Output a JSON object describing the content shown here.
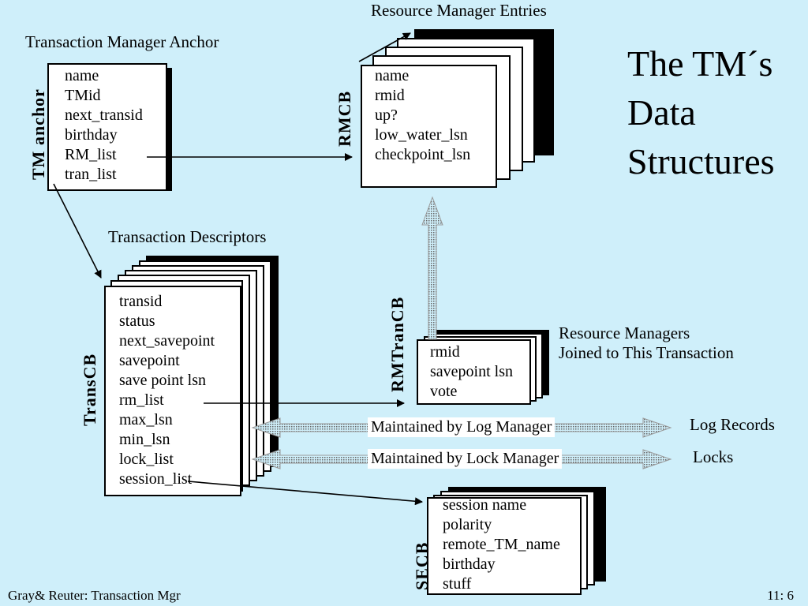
{
  "title": [
    "The TM´s",
    "Data",
    "Structures"
  ],
  "headings": {
    "rm_entries": "Resource Manager Entries",
    "anchor": "Transaction Manager  Anchor",
    "descriptors": "Transaction Descriptors",
    "rm_joined": [
      "Resource Managers",
      "Joined to This Transaction"
    ]
  },
  "structures": {
    "tm_anchor": {
      "tag": "TM  anchor",
      "fields": [
        "name",
        "TMid",
        "next_transid",
        "birthday",
        "RM_list",
        "tran_list"
      ]
    },
    "rmcb": {
      "tag": "RMCB",
      "fields": [
        "name",
        "rmid",
        "up?",
        "low_water_lsn",
        "checkpoint_lsn"
      ]
    },
    "transcb": {
      "tag": "TransCB",
      "fields": [
        "transid",
        "status",
        "next_savepoint",
        "savepoint",
        "save point lsn",
        "rm_list",
        "max_lsn",
        "min_lsn",
        "lock_list",
        "session_list"
      ]
    },
    "rmtrancb": {
      "tag": "RMTranCB",
      "fields": [
        "rmid",
        "savepoint lsn",
        "vote"
      ]
    },
    "secb": {
      "tag": "SECB",
      "fields": [
        "session name",
        "polarity",
        "remote_TM_name",
        "birthday",
        "stuff"
      ]
    }
  },
  "flows": {
    "log": {
      "label": "Maintained by Log Manager",
      "target": "Log Records"
    },
    "lock": {
      "label": "Maintained by Lock Manager",
      "target": "Locks"
    }
  },
  "footer": {
    "left": "Gray& Reuter: Transaction Mgr",
    "right": "11: 6"
  }
}
